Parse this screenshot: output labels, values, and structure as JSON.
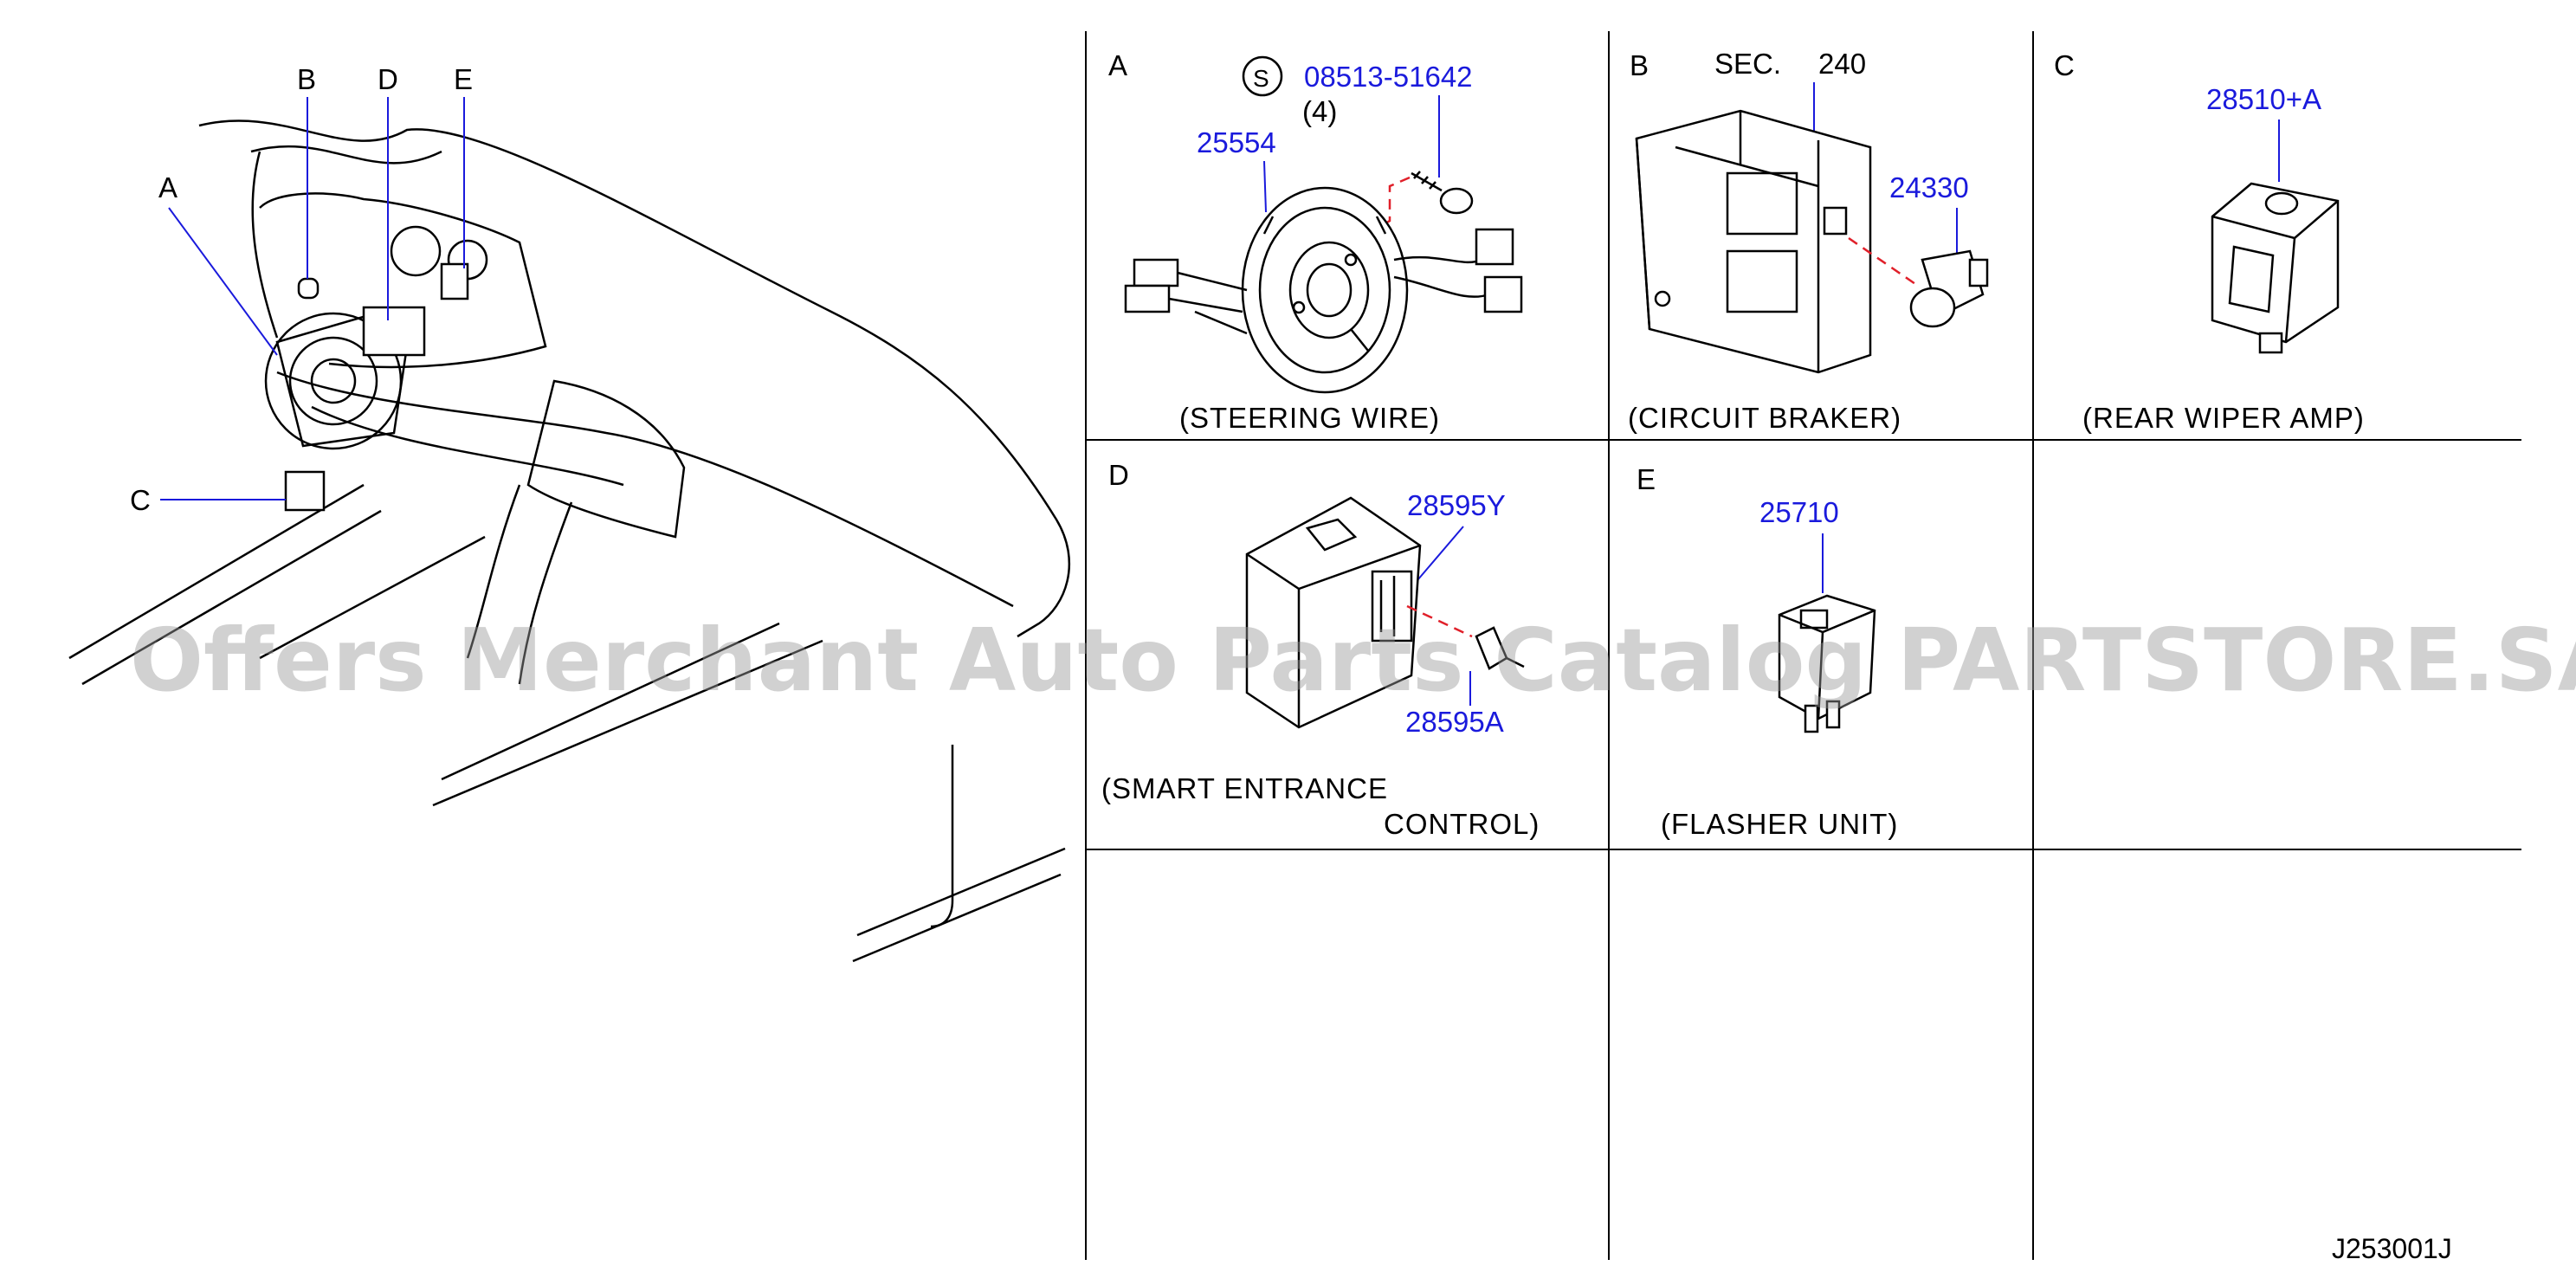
{
  "overview": {
    "callouts": [
      "A",
      "B",
      "D",
      "E",
      "C"
    ]
  },
  "panels": {
    "a": {
      "letter": "A",
      "caption": "(STEERING  WIRE)",
      "screw_symbol": "S",
      "screw_part": "08513-51642",
      "screw_qty": "(4)",
      "part": "25554"
    },
    "b": {
      "letter": "B",
      "sec_label": "SEC.",
      "sec_number": "240",
      "part": "24330",
      "caption": "(CIRCUIT  BRAKER)"
    },
    "c": {
      "letter": "C",
      "part": "28510+A",
      "caption": "(REAR  WIPER  AMP)"
    },
    "d": {
      "letter": "D",
      "part_top": "28595Y",
      "part_bottom": "28595A",
      "caption_line1": "(SMART  ENTRANCE",
      "caption_line2": "CONTROL)"
    },
    "e": {
      "letter": "E",
      "part": "25710",
      "caption": "(FLASHER  UNIT)"
    }
  },
  "watermark": "Offers Merchant Auto Parts Catalog PARTSTORE.SA",
  "drawing_code": "J253001J",
  "colors": {
    "part_number": "#1a1adc",
    "leader": "#1a1adc",
    "dashed_guide": "#e0202a",
    "watermark": "#9a9a9a"
  }
}
